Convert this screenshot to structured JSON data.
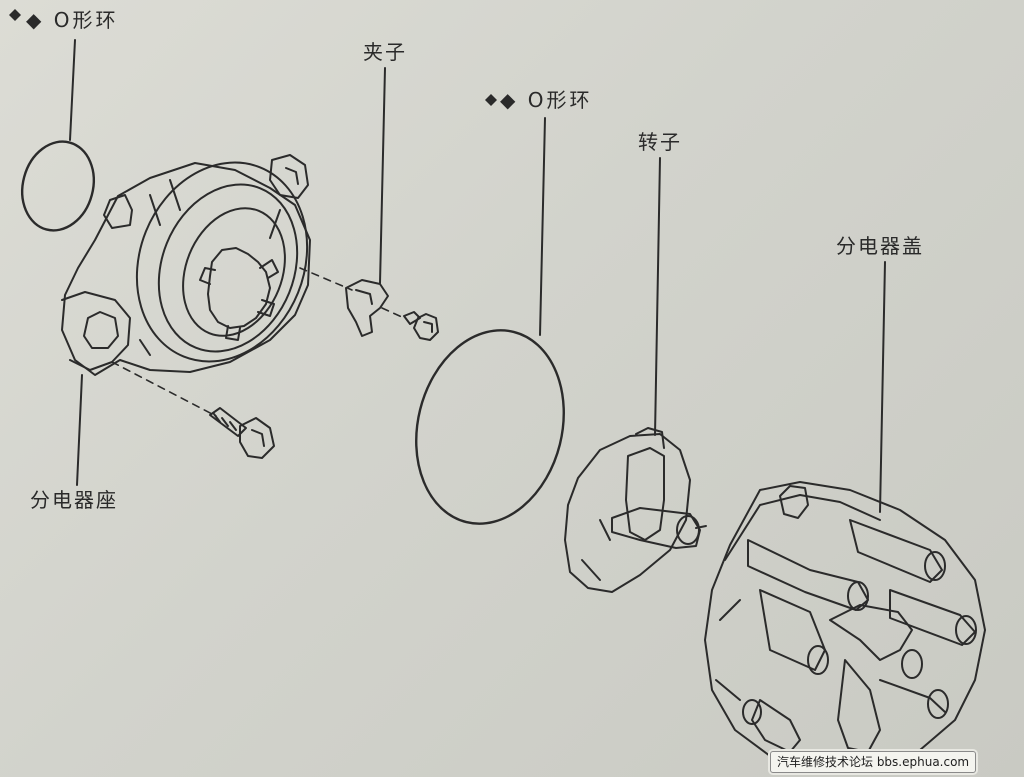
{
  "labels": {
    "o_ring_top": "◆ O形环",
    "clip": "夹子",
    "o_ring_middle": "◆ O形环",
    "rotor": "转子",
    "distributor_cap": "分电器盖",
    "distributor_housing": "分电器座"
  },
  "watermark": "汽车维修技术论坛 bbs.ephua.com",
  "colors": {
    "line": "#2b2b2b",
    "paper": "#d3d3cc"
  }
}
